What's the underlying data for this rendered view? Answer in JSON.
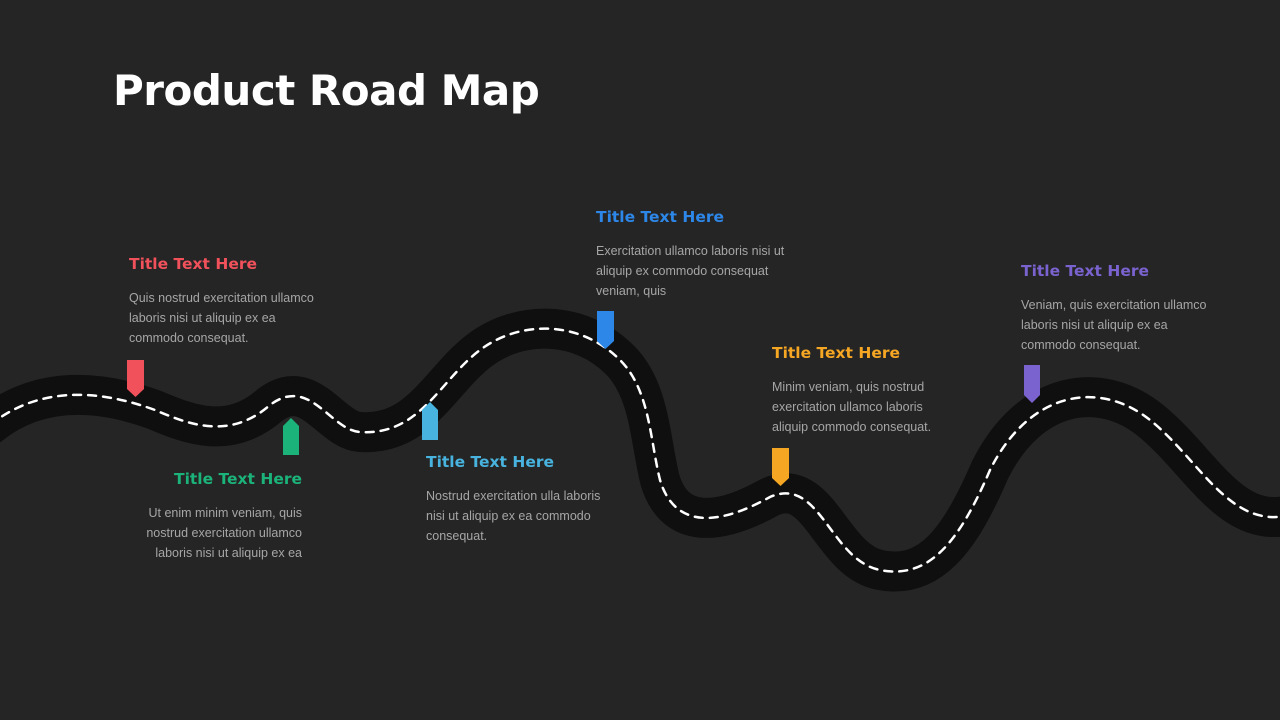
{
  "slide": {
    "title": "Product Road Map"
  },
  "milestones": [
    {
      "title": "Title Text Here",
      "body": "Quis nostrud  exercitation ullamco laboris nisi ut aliquip ex ea commodo  consequat.",
      "color": "#f0515b",
      "marker": "pointing-down"
    },
    {
      "title": "Title Text Here",
      "body": "Ut  enim minim veniam, quis nostrud  exercitation ullamco laboris nisi ut aliquip ex ea",
      "color": "#1bb37a",
      "marker": "pointing-up"
    },
    {
      "title": "Title Text Here",
      "body": "Nostrud  exercitation ulla laboris nisi ut aliquip  ex ea commodo  consequat.",
      "color": "#48b3de",
      "marker": "pointing-up"
    },
    {
      "title": "Title Text Here",
      "body": "Exercitation ullamco laboris nisi ut aliquip  ex commodo consequat  veniam, quis",
      "color": "#2d87e8",
      "marker": "pointing-down"
    },
    {
      "title": "Title Text Here",
      "body": "Minim veniam, quis nostrud exercitation ullamco laboris aliquip  commodo  consequat.",
      "color": "#f5a623",
      "marker": "pointing-down"
    },
    {
      "title": "Title Text Here",
      "body": "Veniam, quis exercitation ullamco laboris nisi ut aliquip ex ea commodo  consequat.",
      "color": "#7a63cf",
      "marker": "pointing-down"
    }
  ],
  "road": {
    "color": "#0f0f0f",
    "dash_color": "#ffffff"
  }
}
